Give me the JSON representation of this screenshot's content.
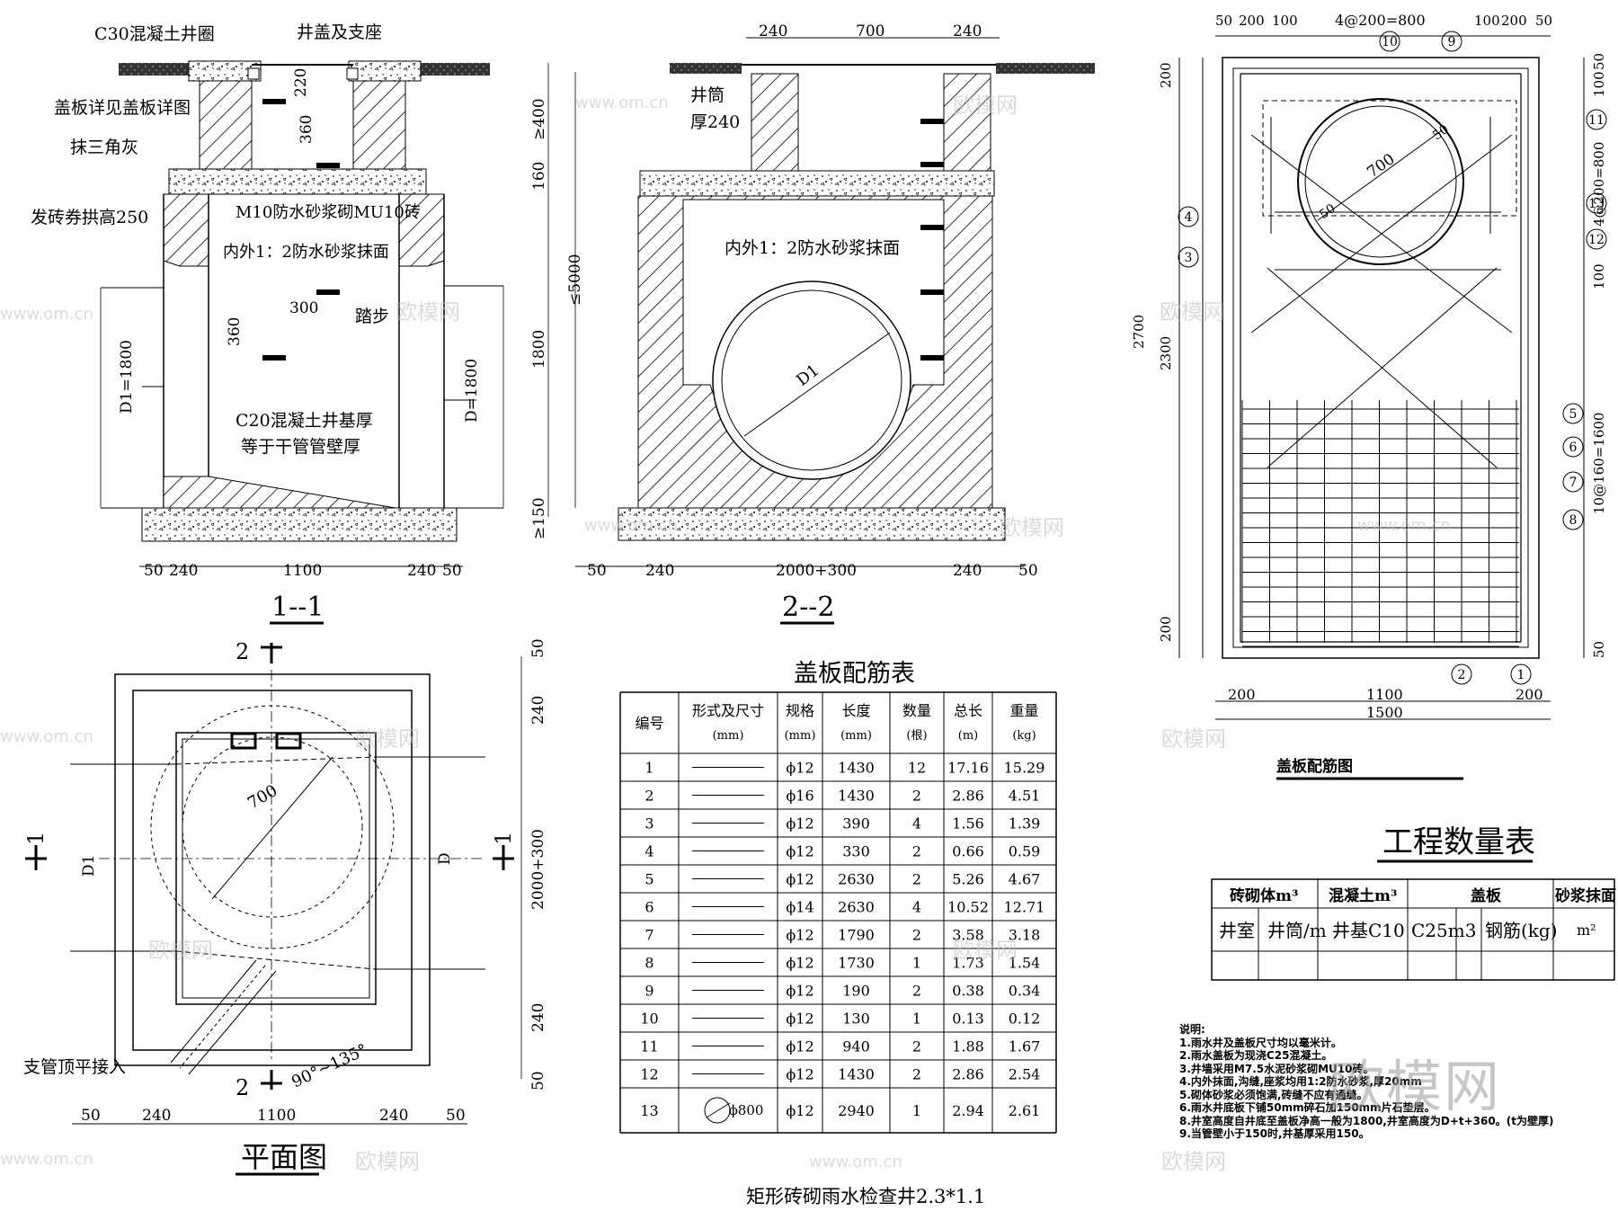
{
  "section_1_1": {
    "title": "1--1",
    "labels": {
      "ring": "C30混凝土井圈",
      "cover": "井盖及支座",
      "cover_detail": "盖板详见盖板详图",
      "triangle_plaster": "抹三角灰",
      "arch": "发砖券拱高250",
      "masonry": "M10防水砂浆砌MU10砖",
      "plaster": "内外1：2防水砂浆抹面",
      "step": "踏步",
      "base": "C20混凝土井基厚",
      "base2": "等于干管管壁厚"
    },
    "dims": {
      "d220": "220",
      "d360a": "360",
      "d300": "300",
      "d360b": "360",
      "d1": "D1=1800",
      "d": "D=1800",
      "b50l": "50",
      "b240l": "240",
      "b1100": "1100",
      "b240r": "240",
      "b50r": "50"
    }
  },
  "section_2_2": {
    "title": "2--2",
    "labels": {
      "shaft": "井筒",
      "shaft2": "厚240",
      "plaster": "内外1：2防水砂浆抹面",
      "d1": "D1"
    },
    "dims": {
      "t240l": "240",
      "t700": "700",
      "t240r": "240",
      "v400": "≥400",
      "v160": "160",
      "v1800": "1800",
      "v5000": "≤5000",
      "v150": "≥150",
      "b50l": "50",
      "b240l": "240",
      "b2000": "2000+300",
      "b240r": "240",
      "b50r": "50"
    }
  },
  "plan": {
    "title": "平面图",
    "cut2": "2",
    "cut1": "1",
    "labels": {
      "d700": "700",
      "d1": "D1",
      "d": "D",
      "branch": "支管顶平接入",
      "angle": "90°~135°"
    },
    "dims": {
      "r50a": "50",
      "r240a": "240",
      "r2000": "2000+300",
      "r240b": "240",
      "r50b": "50",
      "b50l": "50",
      "b240l": "240",
      "b1100": "1100",
      "b240r": "240",
      "b50r": "50"
    }
  },
  "rebar_table": {
    "title": "盖板配筋表",
    "headers": [
      [
        "编号",
        ""
      ],
      [
        "形式及尺寸",
        "(mm)"
      ],
      [
        "规格",
        "(mm)"
      ],
      [
        "长度",
        "(mm)"
      ],
      [
        "数量",
        "(根)"
      ],
      [
        "总长",
        "(m)"
      ],
      [
        "重量",
        "(kg)"
      ]
    ],
    "rows": [
      [
        "1",
        "",
        "ϕ12",
        "1430",
        "12",
        "17.16",
        "15.29"
      ],
      [
        "2",
        "",
        "ϕ16",
        "1430",
        "2",
        "2.86",
        "4.51"
      ],
      [
        "3",
        "",
        "ϕ12",
        "390",
        "4",
        "1.56",
        "1.39"
      ],
      [
        "4",
        "",
        "ϕ12",
        "330",
        "2",
        "0.66",
        "0.59"
      ],
      [
        "5",
        "",
        "ϕ12",
        "2630",
        "2",
        "5.26",
        "4.67"
      ],
      [
        "6",
        "",
        "ϕ14",
        "2630",
        "4",
        "10.52",
        "12.71"
      ],
      [
        "7",
        "",
        "ϕ12",
        "1790",
        "2",
        "3.58",
        "3.18"
      ],
      [
        "8",
        "",
        "ϕ12",
        "1730",
        "1",
        "1.73",
        "1.54"
      ],
      [
        "9",
        "",
        "ϕ12",
        "190",
        "2",
        "0.38",
        "0.34"
      ],
      [
        "10",
        "",
        "ϕ12",
        "130",
        "1",
        "0.13",
        "0.12"
      ],
      [
        "11",
        "",
        "ϕ12",
        "940",
        "2",
        "1.88",
        "1.67"
      ],
      [
        "12",
        "",
        "ϕ12",
        "1430",
        "2",
        "2.86",
        "2.54"
      ],
      [
        "13",
        "ϕ800",
        "ϕ12",
        "2940",
        "1",
        "2.94",
        "2.61"
      ]
    ]
  },
  "drawing_title": "矩形砖砌雨水检查井2.3*1.1",
  "rebar_plan": {
    "title": "盖板配筋图",
    "top_dims": [
      "50",
      "200",
      "100",
      "4@200=800",
      "100",
      "200",
      "50"
    ],
    "right_dims": [
      "100",
      "50",
      "4@200=800",
      "100",
      "10@160=1600",
      "50"
    ],
    "left_dims": [
      "200",
      "2700",
      "2300",
      "200"
    ],
    "bottom_dims": [
      "200",
      "1100",
      "200",
      "1500"
    ],
    "d700": "700",
    "r50a": "50",
    "r50b": "50",
    "marks": [
      "1",
      "2",
      "3",
      "4",
      "5",
      "6",
      "7",
      "8",
      "9",
      "10",
      "11",
      "12",
      "13"
    ]
  },
  "quantity_table": {
    "title": "工程数量表",
    "h1": "砖砌体m³",
    "h2": "混凝土m³",
    "h3": "盖板",
    "h4": "砂浆抹面",
    "s1": "井室",
    "s2": "井筒/m",
    "s3": "井基C10",
    "s4": "C25m3",
    "s5": "钢筋(kg)",
    "s6": "m²"
  },
  "notes": {
    "title": "说明:",
    "items": [
      "1.雨水井及盖板尺寸均以毫米计。",
      "2.雨水盖板为现浇C25混凝土。",
      "3.井墙采用M7.5水泥砂浆砌MU10砖。",
      "4.内外抹面,沟缝,座浆均用1:2防水砂浆,厚20mm",
      "5.砌体砂浆必须饱满,砖缝不应有通缝。",
      "6.雨水井底板下铺50mm碎石加150mm片石垫层。",
      "8.井室高度自井底至盖板净高一般为1800,井室高度为D+t+360。(t为壁厚)",
      "9.当管壁小于150时,井基厚采用150。"
    ]
  },
  "watermarks": {
    "site": "www.om.cn",
    "brand": "欧模网"
  }
}
